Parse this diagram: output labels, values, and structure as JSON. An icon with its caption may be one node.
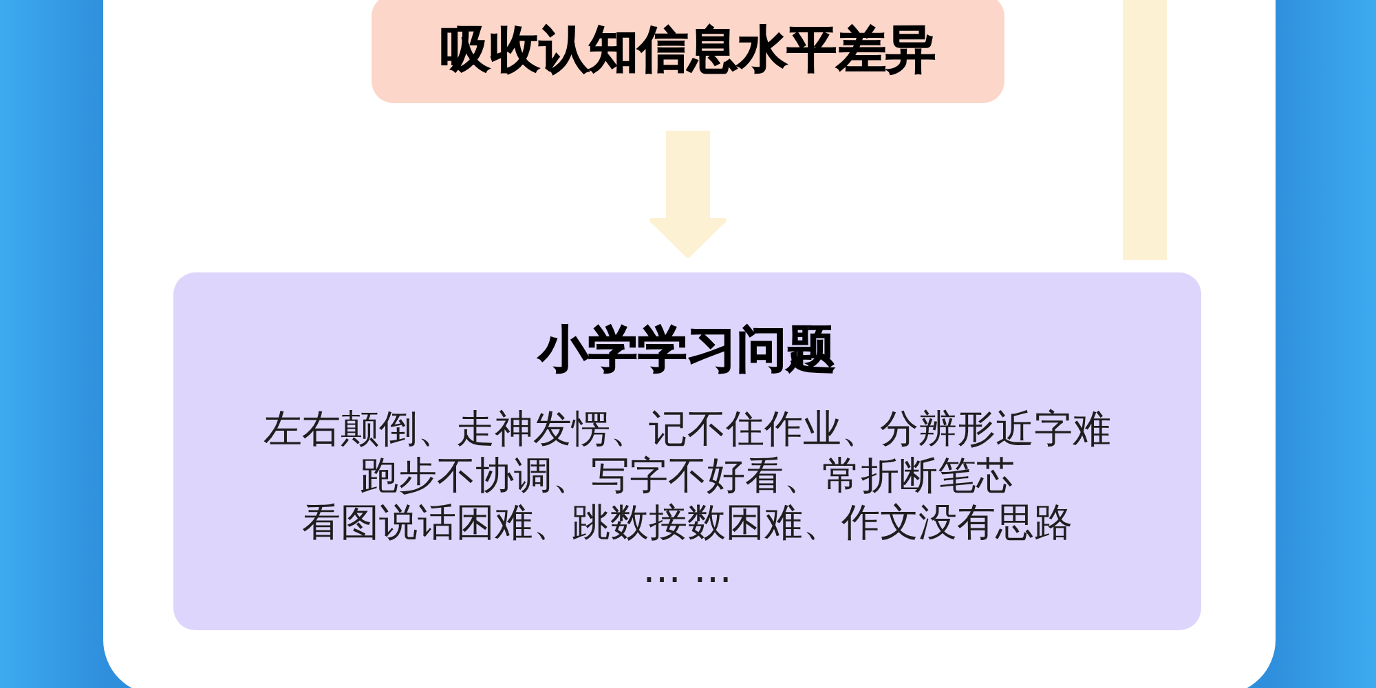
{
  "diagram": {
    "nodes": [
      {
        "text": [
          "吸收认知信息水平差异"
        ]
      },
      {
        "text": [
          "小学学习问题",
          "左右颠倒、走神发愣、记不住作业、分辨形近字难",
          "跑步不协调、写字不好看、常折断笔芯",
          "看图说话困难、跳数接数困难、作文没有思路",
          "… …"
        ]
      }
    ],
    "edges": [
      {
        "from": 0,
        "to": 1,
        "arrow": "to"
      },
      {
        "from": null,
        "to": 1,
        "arrow": "none"
      }
    ]
  }
}
